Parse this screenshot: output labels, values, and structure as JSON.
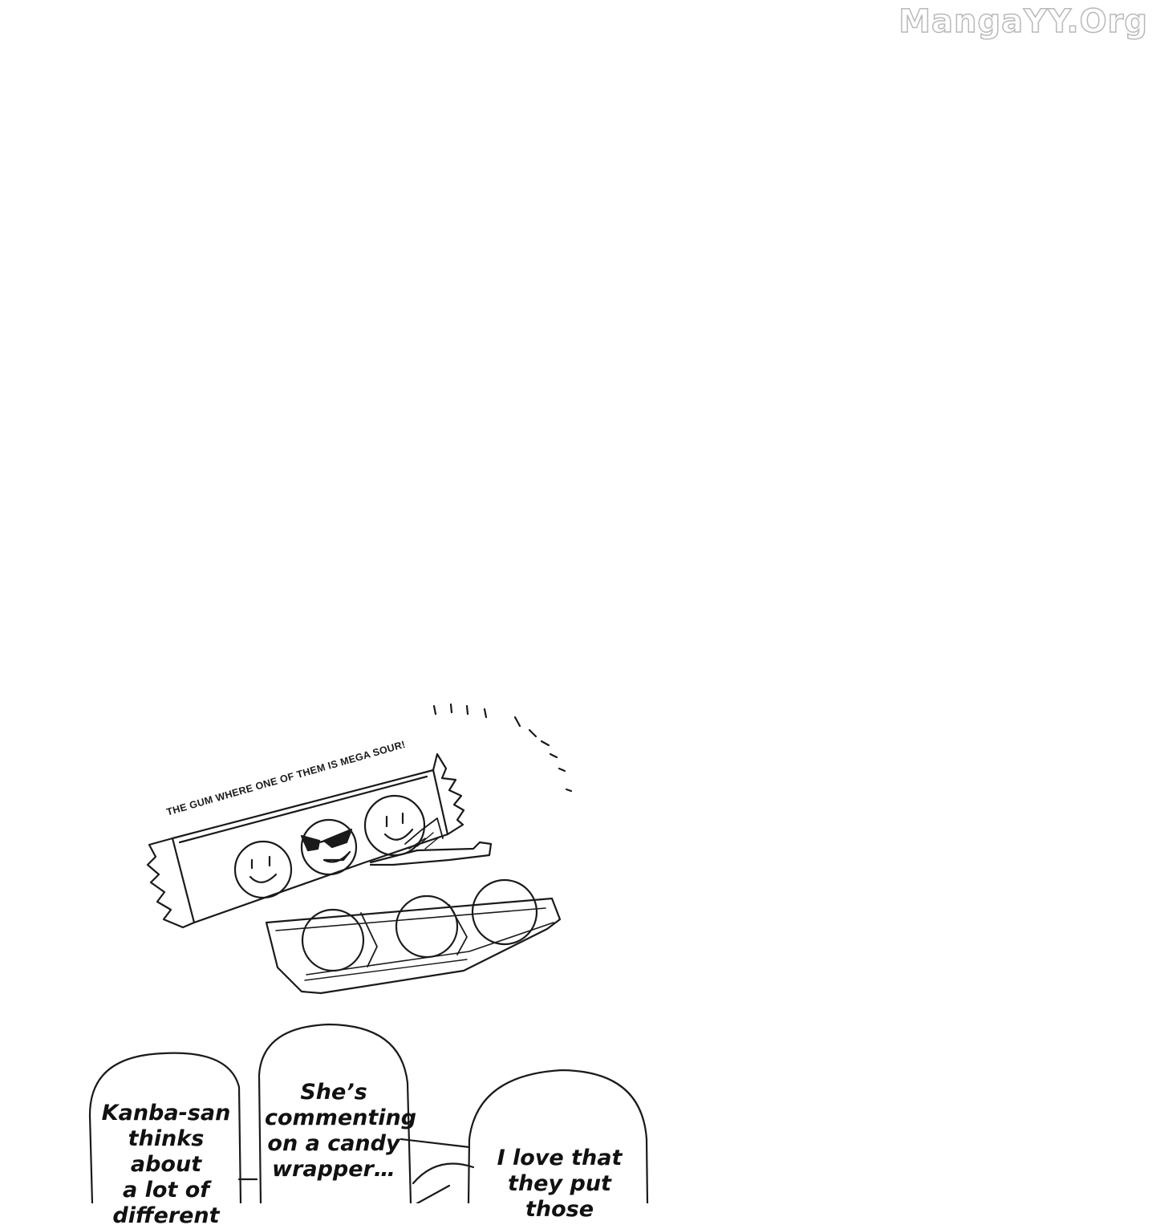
{
  "watermark": "MangaYY.Org",
  "wrapper": {
    "label": "THE GUM WHERE ONE OF THEM IS MEGA SOUR!"
  },
  "bubbles": [
    {
      "text": "Kanba-san\nthinks about\na lot of\ndifferent"
    },
    {
      "text": "She’s\ncommenting\non a candy\nwrapper…"
    },
    {
      "text": "I love that\nthey put those"
    }
  ]
}
